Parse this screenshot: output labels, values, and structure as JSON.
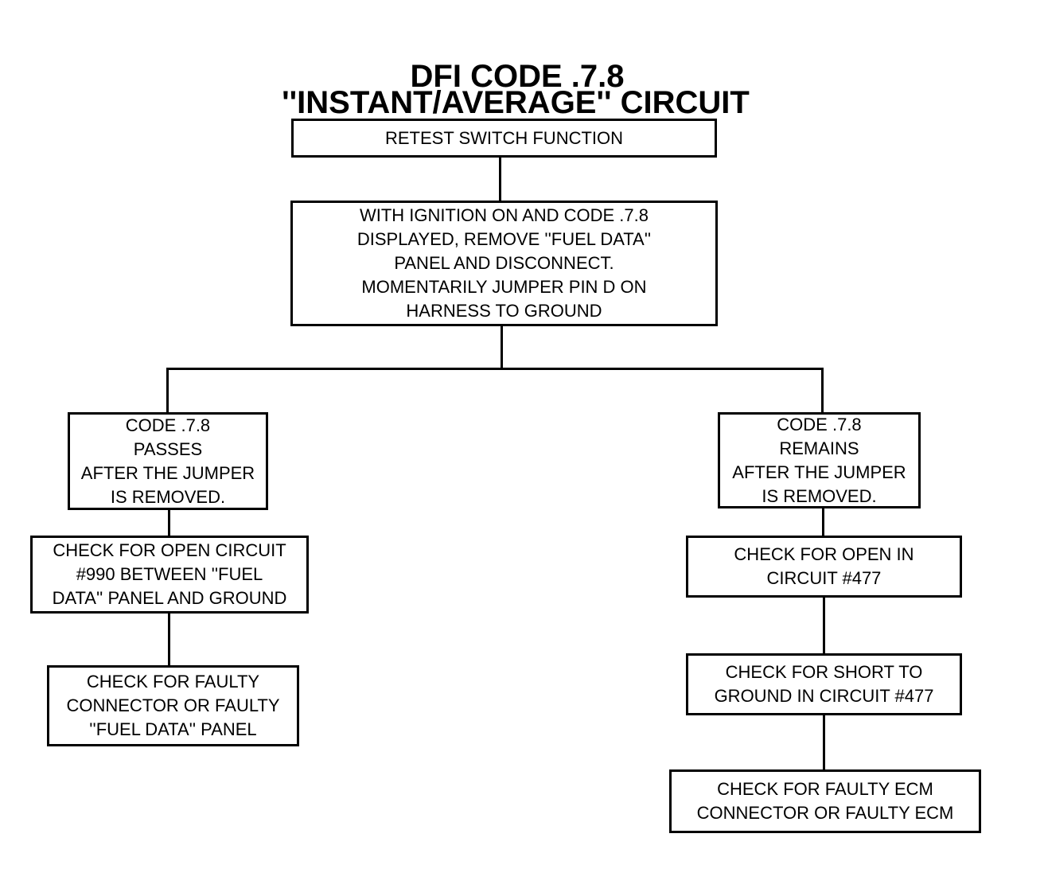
{
  "title": {
    "line1": "DFI CODE .7.8",
    "line2": "''INSTANT/AVERAGE'' CIRCUIT"
  },
  "nodes": {
    "retest": "RETEST SWITCH FUNCTION",
    "ignition": "WITH IGNITION ON AND CODE .7.8\nDISPLAYED, REMOVE ''FUEL DATA''\nPANEL AND DISCONNECT.\nMOMENTARILY JUMPER PIN D ON\nHARNESS TO GROUND",
    "passes": "CODE .7.8\nPASSES\nAFTER THE JUMPER\nIS REMOVED.",
    "remains": "CODE .7.8\nREMAINS\nAFTER THE JUMPER\nIS REMOVED.",
    "check_open_990": "CHECK FOR OPEN CIRCUIT\n#990 BETWEEN ''FUEL\nDATA'' PANEL AND GROUND",
    "check_faulty_panel": "CHECK FOR FAULTY\nCONNECTOR OR FAULTY\n''FUEL DATA'' PANEL",
    "check_open_477": "CHECK FOR OPEN IN\nCIRCUIT #477",
    "check_short_477": "CHECK FOR SHORT TO\nGROUND IN CIRCUIT #477",
    "check_faulty_ecm": "CHECK FOR FAULTY ECM\nCONNECTOR OR FAULTY ECM"
  },
  "colors": {
    "ink": "#000000",
    "paper": "#ffffff"
  }
}
